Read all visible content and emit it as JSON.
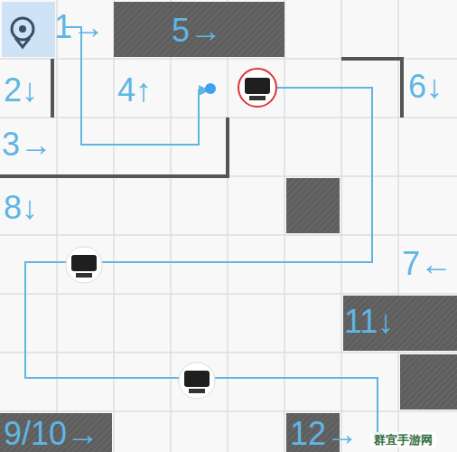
{
  "diagram": {
    "labels": [
      "1→",
      "2↓",
      "3→",
      "4↑",
      "5→",
      "6↓",
      "7←",
      "8↓",
      "9/10→",
      "11↓",
      "12→",
      "群宜手游网"
    ]
  }
}
